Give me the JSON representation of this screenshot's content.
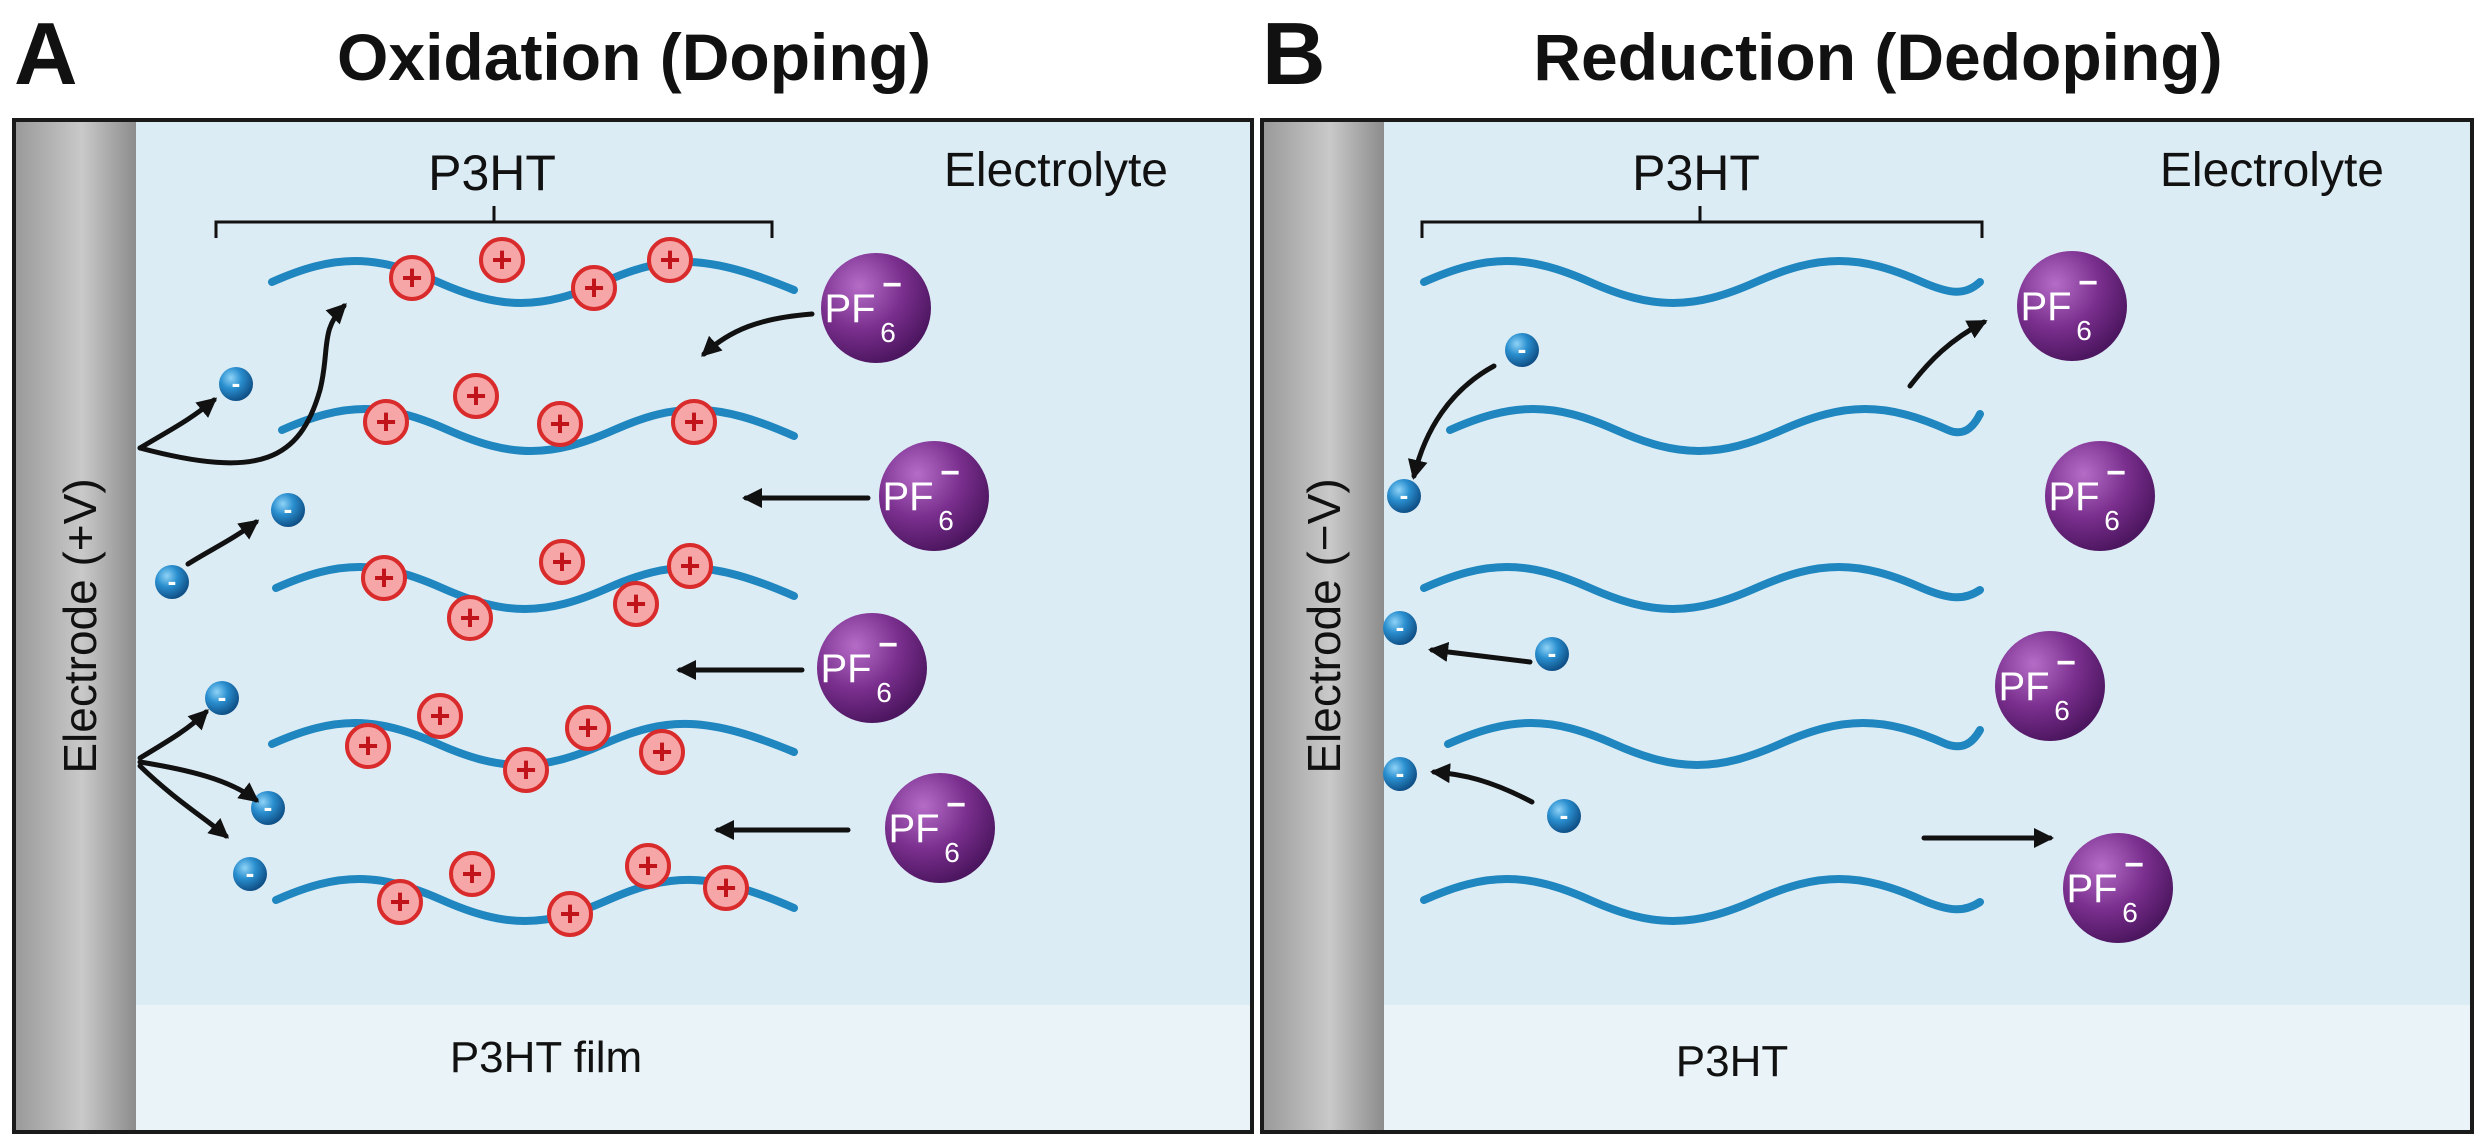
{
  "panels": [
    {
      "letter": "A",
      "title": "Oxidation (Doping)",
      "electrode_label": "Electrode (+V)",
      "polymer_label": "P3HT",
      "solution_label": "Electrolyte",
      "bottom_label": "P3HT film",
      "anion": {
        "base": "PF",
        "sub": "6",
        "sup": "−"
      }
    },
    {
      "letter": "B",
      "title": "Reduction (Dedoping)",
      "electrode_label": "Electrode (−V)",
      "polymer_label": "P3HT",
      "solution_label": "Electrolyte",
      "bottom_label": "P3HT",
      "anion": {
        "base": "PF",
        "sub": "6",
        "sup": "−"
      }
    }
  ],
  "symbols": {
    "electron": "-",
    "hole": "+"
  },
  "colors": {
    "electrolyte_bg": "#dcecf5",
    "film_band": "#eaf3f8",
    "electrode": "#a9a9a9",
    "chain": "#1f86bf",
    "hole_fill": "#f6a6a6",
    "hole_stroke": "#d92b2b",
    "electron": "#1b78b8",
    "anion": "#7a2f8e",
    "arrow": "#111111",
    "frame": "#1a1a1a"
  }
}
